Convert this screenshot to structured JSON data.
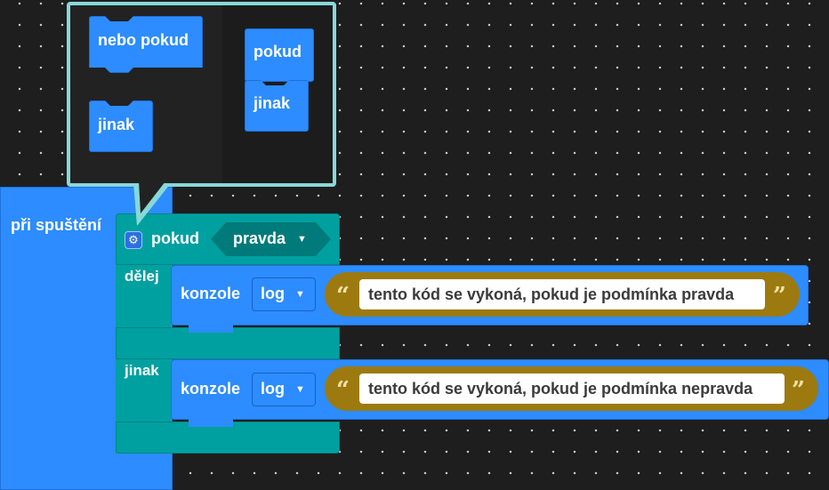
{
  "start_block": {
    "label": "při spuštění"
  },
  "if_block": {
    "keyword": "pokud",
    "condition": "pravda",
    "do_label": "dělej",
    "else_label": "jinak",
    "settings_icon": "gear-icon"
  },
  "statements": [
    {
      "keyword": "konzole",
      "method": "log",
      "text": "tento kód se vykoná, pokud je podmínka pravda"
    },
    {
      "keyword": "konzole",
      "method": "log",
      "text": "tento kód se vykoná, pokud je podmínka nepravda"
    }
  ],
  "quotes": {
    "open": "“",
    "close": "”"
  },
  "dropdown_icon": "caret-down-icon",
  "mutator": {
    "palette": [
      "nebo pokud",
      "jinak"
    ],
    "workspace": [
      "pokud",
      "jinak"
    ]
  },
  "colors": {
    "background": "#1e1e1e",
    "event_blue": "#2d8cff",
    "logic_teal": "#00a0a0",
    "string_gold": "#9d7a10",
    "popup_border": "#88d8d8"
  }
}
